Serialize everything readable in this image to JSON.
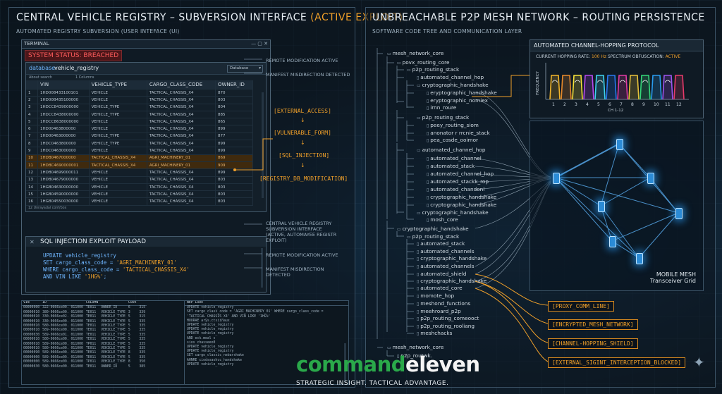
{
  "left": {
    "title": "CENTRAL VEHICLE REGISTRY – SUBVERSION INTERFACE",
    "title_accent": "(ACTIVE EXPLOIT)",
    "subtitle": "AUTOMATED REGISTRY SUBVERSION (USER INTEFACE (UI)",
    "terminal_title": "TERMINAL",
    "window_controls": "— ▢ ✕",
    "status": "SYSTEM STATUS: BREACHED",
    "db_label": "database:",
    "db_name": "vehicle_registry",
    "db_select": "Database",
    "db_meta_left": "About search",
    "db_meta_right": "1 Columns",
    "columns": [
      "VIN",
      "VEHICLE_TYPE",
      "CARGO_CLASS_CODE",
      "OWNER_ID"
    ],
    "rows": [
      [
        "1",
        "1HD008433100101",
        "VEHICLE",
        "TACTICAL_CHASSIS_X4",
        "870"
      ],
      [
        "2",
        "1HD00B435100000",
        "VEHICLE",
        "TACTICAL_CHASSIS_X4",
        "803"
      ],
      [
        "3",
        "1HDCC8439000000",
        "VEHICLE_TYPE",
        "TACTICAL_CHASSIS_X4",
        "804"
      ],
      [
        "4",
        "1HDCC8438000000",
        "VEHICLE_TYPE",
        "TACTICAL_CHASSIS_X4",
        "885"
      ],
      [
        "5",
        "1HDCC8638000000",
        "VEHICLE",
        "TACTICAL_CHASSIS_X4",
        "865"
      ],
      [
        "6",
        "1HD00463800000",
        "VEHICLE",
        "TACTICAL_CHASSIS_X4",
        "899"
      ],
      [
        "7",
        "1HD00463000000",
        "VEHICLE_TYPE",
        "TACTICAL_CHASSIS_X4",
        "877"
      ],
      [
        "8",
        "1HDC0463800000",
        "VEHICLE_TYPE",
        "TACTICAL_CHASSIS_X4",
        "899"
      ],
      [
        "9",
        "1HDC0463000000",
        "VEHICLE",
        "TACTICAL_CHASSIS_X4",
        "899"
      ],
      [
        "10",
        "1HDB0467000000",
        "TACTICAL_CHASSIS_X4",
        "AGRI_MACHINERY_01",
        "869"
      ],
      [
        "11",
        "1HDBC4690000001",
        "TACTICAL_CHASSIS_X4",
        "AGRI_MACHINERY_01",
        "909"
      ],
      [
        "12",
        "1HDB04699000011",
        "VEHICLE",
        "TACTICAL_CHASSIS_X4",
        "899"
      ],
      [
        "13",
        "1HDB04679000000",
        "VEHICLE",
        "TACTICAL_CHASSIS_X4",
        "803"
      ],
      [
        "14",
        "1HGB04630000000",
        "VEHICLE",
        "TACTICAL_CHASSIS_X4",
        "803"
      ],
      [
        "15",
        "1HGB04590000000",
        "VEHICLE",
        "TACTICAL_CHASSIS_X4",
        "803"
      ],
      [
        "16",
        "1HGB04550030000",
        "VEHICLE",
        "TACTICAL_CHASSIS_X4",
        "803"
      ]
    ],
    "db_footer": "12 Unrayadal conf/box",
    "payload_title": "SQL INJECTION EXPLOIT PAYLOAD",
    "payload_close": "✕",
    "payload_lines": {
      "l1": "UPDATE vehicle_registry",
      "l2a": "SET cargo_class_code = ",
      "l2b": "'AGRI_MACHINERY_01'",
      "l3a": "WHERE cargo_class_code = ",
      "l3b": "'TACTICAL_CHASSIS_X4'",
      "l4a": "AND VIN LIKE ",
      "l4b": "'1HG%'",
      "l4c": ";"
    },
    "notes": {
      "remote1": "REMOTE MODIFICATION ACTIVE",
      "manifest1": "MANIFEST MISDIRECTION DETECTED",
      "central": "CENTRAL VEHICLE REGISTRY\nSUBVERSION INTERFACE\n(ACTIVE, AUTOMAYEE REGISTR\nEXPLOIT)",
      "remote2": "REMOTE MODIFICATION ACTIVE",
      "manifest2": "MANIFEST MISDIRECTION\nDETECTED"
    },
    "chain": [
      "[EXTERNAL_ACCESS]",
      "[VULNERABLE_FORM]",
      "[SQL_INJECTION]",
      "[REGISTRY_DB_MODIFICATION]"
    ],
    "chain_arrow": "↓",
    "log_columns": [
      "VIN",
      "ID",
      "COLUMN",
      "CODE"
    ],
    "log_rows": [
      [
        "00000000",
        "322-0666ce00. 011000",
        "TE011",
        "OWNER_ID",
        "6",
        "315"
      ],
      [
        "00000010",
        "380-0666ce00. 011000",
        "TE011",
        "VEHICLE_TYPE",
        "3",
        "339"
      ],
      [
        "00000010",
        "330-0666ce02. 011000",
        "TE011",
        "VEHICLE_TYPE",
        "5",
        "315"
      ],
      [
        "00000010",
        "330-0666ce00. 011000",
        "TE011",
        "VEHICLE_TYPE",
        "5",
        "335"
      ],
      [
        "00000010",
        "580-0666ce00. 011000",
        "TE011",
        "VEHICLE_TYPE",
        "5",
        "335"
      ],
      [
        "00000010",
        "589-0666ce00. 011000",
        "TE011",
        "VEHICLE_TYPE",
        "5",
        "335"
      ],
      [
        "00000030",
        "589-0666ce01. 011000",
        "TE011",
        "VEHICLE_TYPE",
        "5",
        "335"
      ],
      [
        "00000010",
        "580-0666ce00. 011000",
        "TE011",
        "VEHICLE_TYPE",
        "5",
        "335"
      ],
      [
        "00000010",
        "589-0666ce00. 011000",
        "TP011",
        "VEHICLE_TYPE",
        "5",
        "335"
      ],
      [
        "00000010",
        "580-0666ce00. 011000",
        "TE011",
        "VEHICLE_TYPE",
        "5",
        "335"
      ],
      [
        "00000090",
        "589-0666ce00. 011000",
        "TE011",
        "VEHICLE_TYPE",
        "8",
        "335"
      ],
      [
        "00000000",
        "589-0666ce09. 011000",
        "TE011",
        "VEHICLE_TYPE",
        "5",
        "335"
      ],
      [
        "00000000",
        "589-0666ce09. 011000",
        "TP011",
        "VEHICLE_TYPE",
        "8",
        "350"
      ],
      [
        "00000030",
        "580-0666ce00. 011000",
        "TE011",
        "OWNER_ID",
        "5",
        "385"
      ]
    ],
    "code_header": "NEP LODE",
    "code_lines": [
      "UPDATE vehicle_registry",
      "SET  cargo_class_code = 'AGRI_MACHINERY_01' WHERE cargo_class_code =",
      "'TACTICAL_CHASSIS_X4' AND VIN LIKE '1HG%'",
      "HUURAE arys.ctsiinaux",
      "UPDATE vehicle_registry",
      "UPDATE vehicle_registry",
      "UPDATE vehicle_registry",
      "AND eck.meal s",
      "sios chasseeo0",
      "UPDATE vehicle_registry",
      "UPDATE vehicle_registry",
      "SET cargo_classic_nebarshake",
      "AHNRE ciodssashcc_handshake",
      "UPDATE vehicle_registry"
    ]
  },
  "right": {
    "title": "UNBREACHABLE P2P MESH NETWORK – ROUTING PERSISTENCE",
    "subtitle": "SOFTWARE CODE TREE AND COMMUNICATION LAYER",
    "tree": [
      "mesh_network_core",
      "povx_routing_core",
      "p2p_routing_stack",
      "automated_channel_hop",
      "cryptographic_handshake",
      "eryptographic_handshake",
      "eryptographic_nomiex",
      "irnn_roure",
      "p2p_routing_stack",
      "peey_routing_siom",
      "anonator r rrcnie_stack",
      "pea_cosde_ooimor",
      "automated_channel_hop",
      "automated_channel",
      "automated_stack",
      "automated_channel_hop",
      "automated_stackk_rop",
      "automated_chandonl",
      "cryptographic_handshake",
      "cryptographic_handshake",
      "cryptographic_handshake",
      "mosh_core",
      "cryptographic_handshake",
      "p2p_routing_stack",
      "automated_stack",
      "automated_channels",
      "cryptographic_handshake",
      "automated_channels",
      "automated_shield",
      "cryptographic_handshake",
      "automated_core",
      "momote_hop",
      "meshond_functions",
      "meehroard_p2p",
      "p2p_routing_comeooct",
      "p2p_routing_rooliang",
      "meshchacks",
      "mesh_network_core",
      "p2p_routwk."
    ],
    "hop_title": "AUTOMATED CHANNEL-HOPPING PROTOCOL",
    "hop_rate_label": "CURRENT HOPPING RATE:",
    "hop_rate_value": "100 Hz",
    "obf_label": "SPECTRUM OBFUSCATION:",
    "obf_value": "ACTIVE",
    "freq_label": "FREQUENCY",
    "channels": [
      "1",
      "2",
      "3",
      "4",
      "5",
      "6",
      "7",
      "8",
      "9",
      "10",
      "11",
      "12"
    ],
    "ch_label": "CH 1-12",
    "mesh_label": "MOBILE MESH",
    "mesh_label2": "Transceiver Grid",
    "tags": [
      "[PROXY_COMM_LINE]",
      "[ENCRYPTED_MESH_NETWORK]",
      "[CHANNEL-HOPPING_SHIELD]",
      "[EXTERNAL_SIGINT_INTERCEPTION_BLOCKED]"
    ]
  },
  "brand": {
    "logo_a": "command",
    "logo_b": "eleven",
    "tagline": "STRATEGIC INSIGHT. TACTICAL ADVANTAGE."
  },
  "colors": {
    "accent": "#f0a02a",
    "alert": "#ff5c5c",
    "mesh": "#2aa3ff",
    "brand_green": "#2aa84a"
  }
}
